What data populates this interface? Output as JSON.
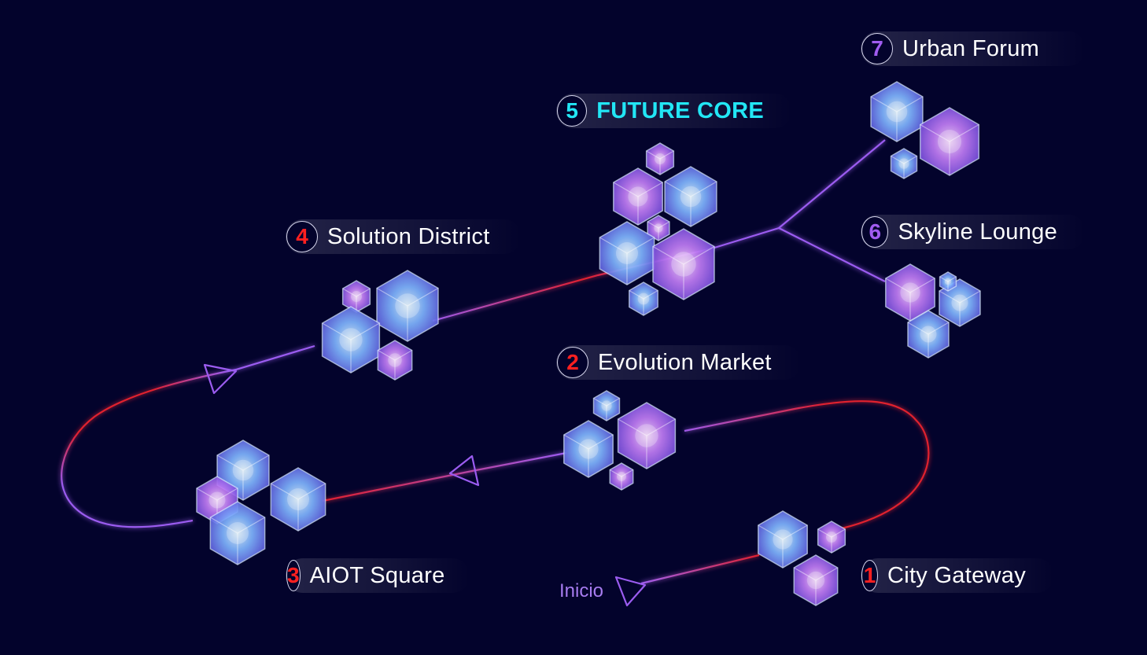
{
  "start": {
    "label": "Inicio"
  },
  "colors": {
    "red": "#e0202f",
    "violet": "#9b5cf0",
    "cyan": "#22e6f5",
    "background": "#03032c"
  },
  "stops": [
    {
      "number": "1",
      "name": "City Gateway",
      "number_color": "#ff2020"
    },
    {
      "number": "2",
      "name": "Evolution Market",
      "number_color": "#ff2020"
    },
    {
      "number": "3",
      "name": "AIOT Square",
      "number_color": "#ff2020"
    },
    {
      "number": "4",
      "name": "Solution District",
      "number_color": "#ff2020"
    },
    {
      "number": "5",
      "name": "FUTURE CORE",
      "number_color": "#22e6f5"
    },
    {
      "number": "6",
      "name": "Skyline Lounge",
      "number_color": "#a05cf0"
    },
    {
      "number": "7",
      "name": "Urban Forum",
      "number_color": "#a05cf0"
    }
  ]
}
